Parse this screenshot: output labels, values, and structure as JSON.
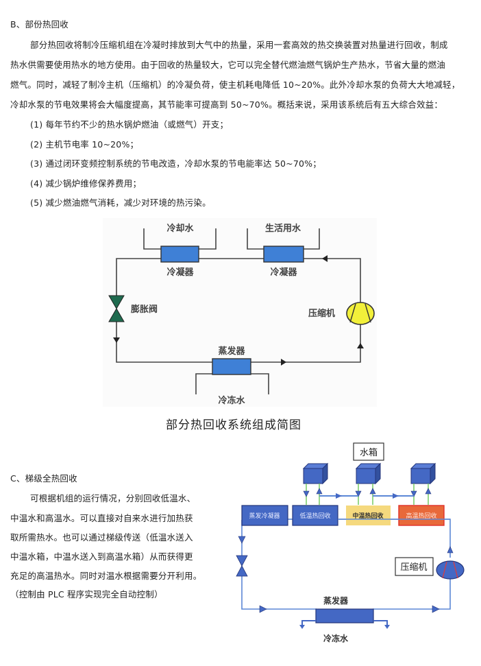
{
  "section_b": {
    "heading": "B、部份热回收",
    "paragraph_lines": [
      "部分热回收将制冷压缩机组在冷凝时排放到大气中的热量，采用一套高效的热交换装置对热量进行回收，制成",
      "热水供需要使用热水的地方使用。由于回收的热量较大，它可以完全替代燃油燃气锅炉生产热水，节省大量的燃油",
      "燃气。同时，减轻了制冷主机（压缩机）的冷凝负荷，使主机耗电降低 10~20%。此外冷却水泵的负荷大大地减轻，",
      "冷却水泵的节电效果将会大幅度提高，其节能率可提高到 50~70%。概括来说，采用该系统后有五大综合效益："
    ],
    "benefits": [
      "(1) 每年节约不少的热水锅炉燃油（或燃气）开支；",
      "(2) 主机节电率 10~20%；",
      "(3) 通过闭环变频控制系统的节电改造，冷却水泵的节电能率达 50~70%；",
      "(4) 减少锅炉维修保养费用；",
      "(5) 减少燃油燃气消耗，减少对环境的热污染。"
    ]
  },
  "diagram1": {
    "caption": "部分热回收系统组成简图",
    "labels": {
      "cooling_water": "冷却水",
      "domestic_water": "生活用水",
      "condenser_left": "冷凝器",
      "condenser_right": "冷凝器",
      "expansion_valve": "膨胀阀",
      "compressor": "压缩机",
      "evaporator": "蒸发器",
      "chilled_water": "冷冻水"
    },
    "colors": {
      "heat_exchanger": "#3f80d6",
      "valve": "#1f6b4f",
      "compressor": "#f2f03a",
      "line": "#444444"
    }
  },
  "section_c": {
    "heading": "C、梯级全热回收",
    "paragraph_lines": [
      "可根据机组的运行情况，分别回收低温水、",
      "中温水和高温水。可以直接对自来水进行加热获",
      "取所需热水。也可以通过梯级传送（低温水送入",
      "中温水箱，中温水送入到高温水箱）从而获得更",
      "充足的高温热水。同时对温水根据需要分开利用。",
      "（控制由 PLC 程序实现完全自动控制）"
    ]
  },
  "diagram2": {
    "labels": {
      "water_tank": "水箱",
      "evap_condenser": "蒸发冷凝器",
      "low_temp_recovery": "低温热回收",
      "mid_temp_recovery": "中温热回收",
      "high_temp_recovery": "高温热回收",
      "compressor": "压缩机",
      "evaporator": "蒸发器",
      "chilled_water": "冷冻水"
    },
    "colors": {
      "blue_box": "#4468c4",
      "mid_box": "#f5d97e",
      "high_box": "#e8693a",
      "high_border": "#e0302a",
      "pipe": "#5b87d6",
      "green_pipe": "#7fcf6e",
      "compressor_line": "#e03a3a"
    }
  }
}
